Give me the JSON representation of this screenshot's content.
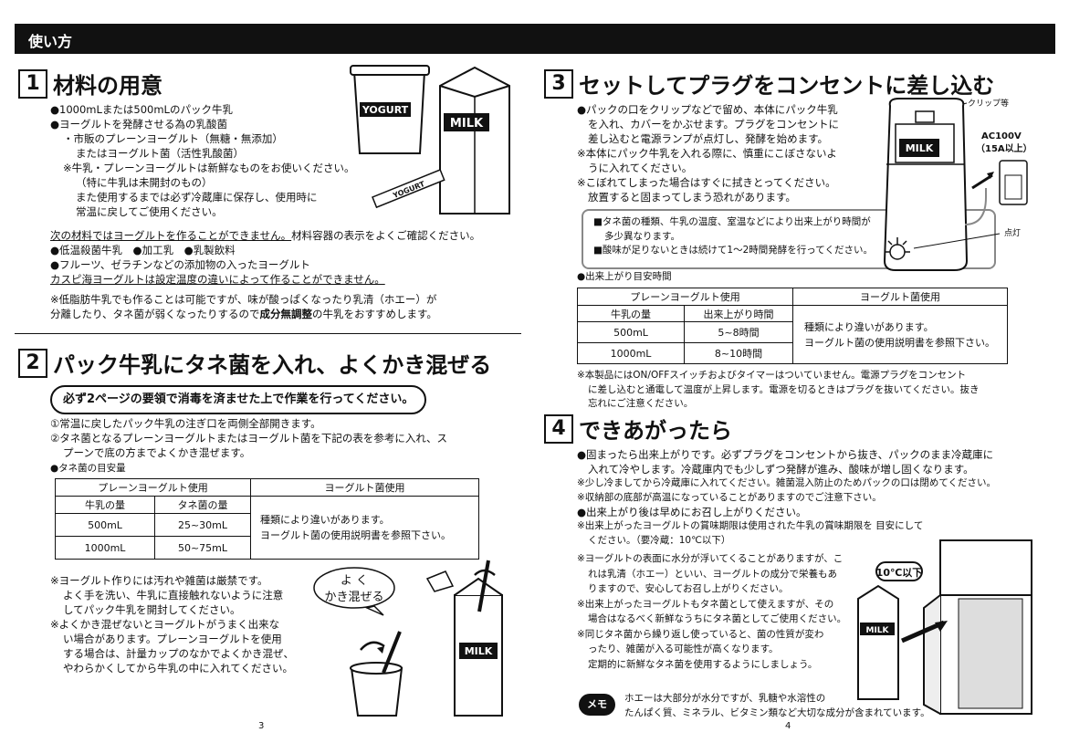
{
  "header": {
    "title": "使い方"
  },
  "s1": {
    "num": "1",
    "title": "材料の用意",
    "lines": [
      "●1000mLまたは500mLのパック牛乳",
      "●ヨーグルトを発酵させる為の乳酸菌",
      "・市販のプレーンヨーグルト（無糖・無添加）",
      "またはヨーグルト菌（活性乳酸菌）",
      "※牛乳・プレーンヨーグルトは新鮮なものをお使いください。",
      "（特に牛乳は未開封のもの）",
      "また使用するまでは必ず冷蔵庫に保存し、使用時に",
      "常温に戻してご使用ください。"
    ],
    "cannot_underlined": "次の材料ではヨーグルトを作ることができません。",
    "cannot_rest": "材料容器の表示をよくご確認ください。",
    "items1": "●低温殺菌牛乳　●加工乳　●乳製飲料",
    "items2": "●フルーツ、ゼラチンなどの添加物の入ったヨーグルト",
    "caspian": "カスピ海ヨーグルトは設定温度の違いによって作ることができません。",
    "note1": "※低脂肪牛乳でも作ることは可能ですが、味が酸っぱくなったり乳清（ホエー）が",
    "note2_a": "分離したり、タネ菌が弱くなったりするので",
    "note2_bold": "成分無調整",
    "note2_b": "の牛乳をおすすめします。",
    "yogurt_label": "YOGURT",
    "stick_label": "YOGURT",
    "milk_label": "MILK"
  },
  "s2": {
    "num": "2",
    "title": "パック牛乳にタネ菌を入れ、よくかき混ぜる",
    "pill": "必ず2ページの要領で消毒を済ませた上で作業を行ってください。",
    "step1": "①常温に戻したパック牛乳の注ぎ口を両側全部開きます。",
    "step2a": "②タネ菌となるプレーンヨーグルトまたはヨーグルト菌を下記の表を参考に入れ、ス",
    "step2b": "プーンで底の方までよくかき混ぜます。",
    "table_caption": "●タネ菌の目安量",
    "table": {
      "h_plain": "プレーンヨーグルト使用",
      "h_kin": "ヨーグルト菌使用",
      "c_milk": "牛乳の量",
      "c_seed": "タネ菌の量",
      "rows": [
        [
          "500mL",
          "25~30mL"
        ],
        [
          "1000mL",
          "50~75mL"
        ]
      ],
      "kin1": "種類により違いがあります。",
      "kin2": "ヨーグルト菌の使用説明書を参照下さい。"
    },
    "notes": [
      "※ヨーグルト作りには汚れや雑菌は厳禁です。",
      "よく手を洗い、牛乳に直接触れないように注意",
      "してパック牛乳を開封してください。",
      "※よくかき混ぜないとヨーグルトがうまく出来な",
      "い場合があります。プレーンヨーグルトを使用",
      "する場合は、計量カップのなかでよくかき混ぜ、",
      "やわらかくしてから牛乳の中に入れてください。"
    ],
    "bubble1": "よ く",
    "bubble2": "かき混ぜる",
    "milk_label": "MILK"
  },
  "s3": {
    "num": "3",
    "title": "セットしてプラグをコンセントに差し込む",
    "lines": [
      "●パックの口をクリップなどで留め、本体にパック牛乳",
      "を入れ、カバーをかぶせます。プラグをコンセントに",
      "差し込むと電源ランプが点灯し、発酵を始めます。",
      "※本体にパック牛乳を入れる際に、慎重にこぼさないよ",
      "うに入れてください。",
      "※こぼれてしまった場合はすぐに拭きとってください。",
      "放置すると固まってしまう恐れがあります。"
    ],
    "box1": "■タネ菌の種類、牛乳の温度、室温などにより出来上がり時間が",
    "box2": "多少異なります。",
    "box3": "■酸味が足りないときは続けて1～2時間発酵を行ってください。",
    "clip": "クリップ等",
    "ac1": "AC100V",
    "ac2": "（15A以上）",
    "lamp": "点灯",
    "milk_label": "MILK",
    "table_caption": "●出来上がり目安時間",
    "table": {
      "h_plain": "プレーンヨーグルト使用",
      "h_kin": "ヨーグルト菌使用",
      "c_milk": "牛乳の量",
      "c_time": "出来上がり時間",
      "rows": [
        [
          "500mL",
          "5~8時間"
        ],
        [
          "1000mL",
          "8~10時間"
        ]
      ],
      "kin1": "種類により違いがあります。",
      "kin2": "ヨーグルト菌の使用説明書を参照下さい。"
    },
    "notes": [
      "※本製品にはON/OFFスイッチおよびタイマーはついていません。電源プラグをコンセント",
      "に差し込むと通電して温度が上昇します。電源を切るときはプラグを抜いてください。抜き",
      "忘れにご注意ください。"
    ]
  },
  "s4": {
    "num": "4",
    "title": "できあがったら",
    "l1": "●固まったら出来上がりです。必ずプラグをコンセントから抜き、パックのまま冷蔵庫に",
    "l2": "入れて冷やします。冷蔵庫内でも少しずつ発酵が進み、酸味が増し固くなります。",
    "l3": "※少し冷ましてから冷蔵庫に入れてください。雑菌混入防止のためパックの口は閉めてください。",
    "l4": "※収納部の底部が高温になっていることがありますのでご注意下さい。",
    "l5": "●出来上がり後は早めにお召し上がりください。",
    "l6": "※出来上がったヨーグルトの賞味期限は使用された牛乳の賞味期限を 目安にして",
    "l7": "ください。（要冷蔵：10℃以下）",
    "l8": [
      "※ヨーグルトの表面に水分が浮いてくることがありますが、こ",
      "れは乳清（ホエー）といい、ヨーグルトの成分で栄養もあ",
      "りますので、安心してお召し上がりください。",
      "※出来上がったヨーグルトもタネ菌として使えますが、その",
      "場合はなるべく新鮮なうちにタネ菌としてご使用ください。",
      "※同じタネ菌から繰り返し使っていると、菌の性質が変わ",
      "ったり、雑菌が入る可能性が高くなります。",
      "定期的に新鮮なタネ菌を使用するようにしましょう。"
    ],
    "temp_bubble": "10℃以下",
    "milk_label": "MILK",
    "memo_label": "メモ",
    "memo1": "ホエーは大部分が水分ですが、乳糖や水溶性の",
    "memo2": "たんぱく質、ミネラル、ビタミン類など大切な成分が含まれています。"
  },
  "pages": {
    "left": "3",
    "right": "4"
  }
}
